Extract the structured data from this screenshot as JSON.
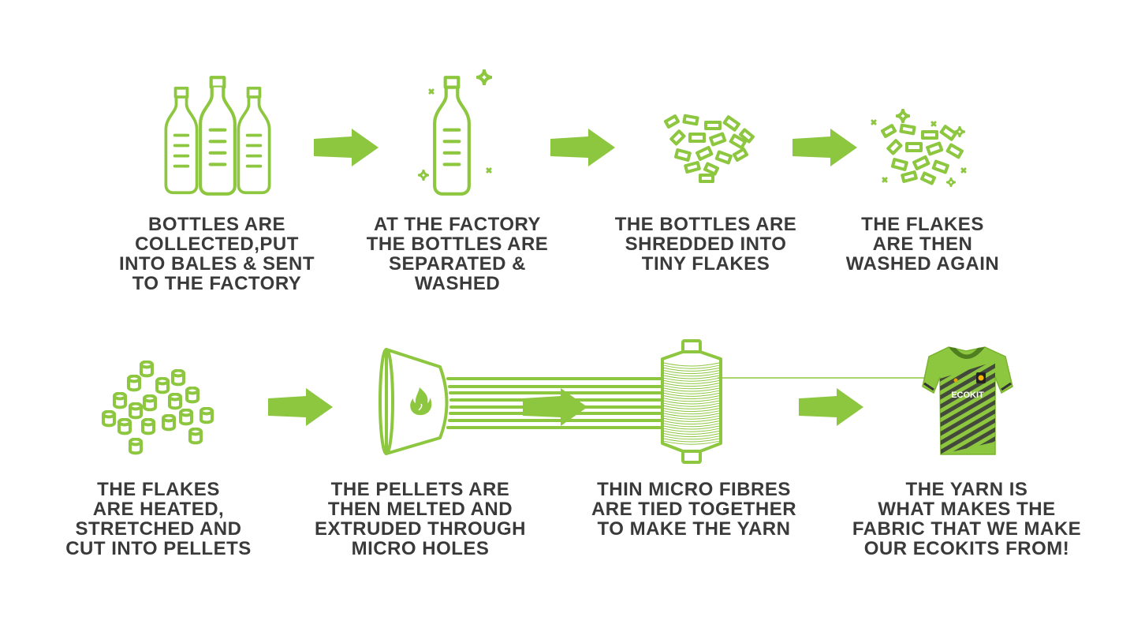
{
  "colors": {
    "accent": "#8dc63f",
    "text": "#3a3a3a"
  },
  "steps": [
    {
      "icon": "bottles-icon",
      "lines": [
        "BOTTLES ARE",
        "COLLECTED,PUT",
        "INTO BALES & SENT",
        "TO THE FACTORY"
      ]
    },
    {
      "icon": "washed-bottle-icon",
      "lines": [
        "AT THE FACTORY",
        "THE BOTTLES ARE",
        "SEPARATED &",
        "WASHED"
      ]
    },
    {
      "icon": "flakes-icon",
      "lines": [
        "THE BOTTLES ARE",
        "SHREDDED INTO",
        "TINY FLAKES"
      ]
    },
    {
      "icon": "washed-flakes-icon",
      "lines": [
        "THE FLAKES",
        "ARE THEN",
        "WASHED AGAIN"
      ]
    },
    {
      "icon": "pellets-icon",
      "lines": [
        "THE FLAKES",
        "ARE HEATED,",
        "STRETCHED AND",
        "CUT INTO PELLETS"
      ]
    },
    {
      "icon": "extruder-icon",
      "lines": [
        "THE PELLETS ARE",
        "THEN MELTED AND",
        "EXTRUDED THROUGH",
        "MICRO HOLES"
      ]
    },
    {
      "icon": "yarn-spool-icon",
      "lines": [
        "THIN MICRO FIBRES",
        "ARE TIED TOGETHER",
        "TO MAKE THE YARN"
      ]
    },
    {
      "icon": "jersey-icon",
      "lines": [
        "THE YARN IS",
        "WHAT MAKES THE",
        "FABRIC THAT WE MAKE",
        "OUR ECOKITS FROM!"
      ]
    }
  ],
  "jersey_logo": "ECOKIT"
}
